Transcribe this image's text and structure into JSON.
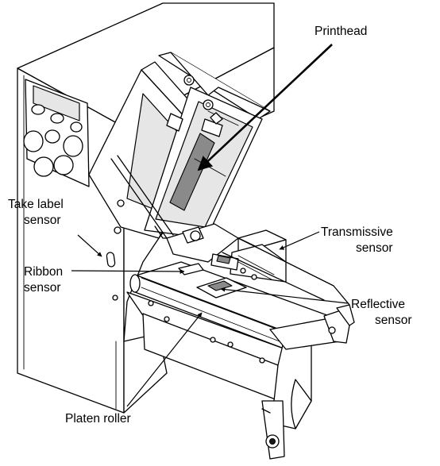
{
  "labels": {
    "printhead": "Printhead",
    "take_label_sensor": [
      "Take label",
      "sensor"
    ],
    "transmissive_sensor": [
      "Transmissive",
      "sensor"
    ],
    "ribbon_sensor": [
      "Ribbon",
      "sensor"
    ],
    "reflective_sensor": [
      "Reflective",
      "sensor"
    ],
    "platen_roller": "Platen roller"
  }
}
